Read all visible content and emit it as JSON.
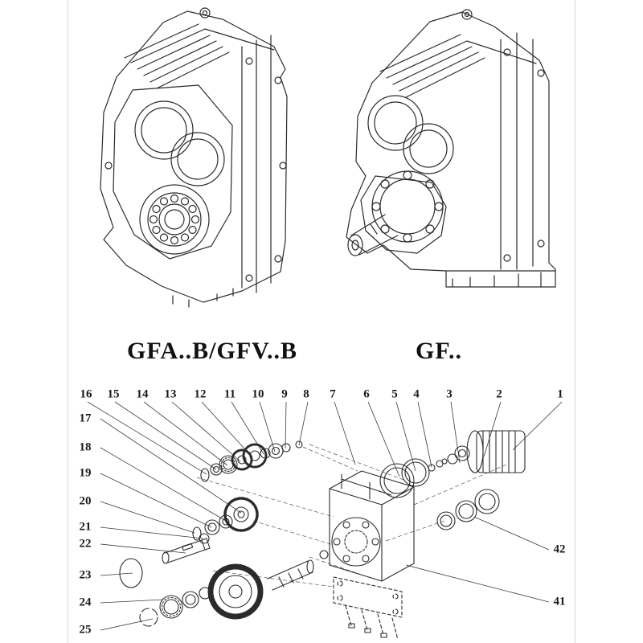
{
  "captions": {
    "left": "GFA..B/GFV..B",
    "right": "GF.."
  },
  "part_labels": {
    "top": [
      "16",
      "15",
      "14",
      "13",
      "12",
      "11",
      "10",
      "9",
      "8",
      "7",
      "6",
      "5",
      "4",
      "3",
      "2",
      "1"
    ],
    "left": [
      "17",
      "18",
      "19",
      "20",
      "21",
      "22",
      "23",
      "24",
      "25"
    ],
    "right": [
      "42",
      "41"
    ]
  },
  "colors": {
    "line": "#2b2b2b",
    "leader": "#3a3a3a",
    "edge": "#d9d9d9"
  }
}
